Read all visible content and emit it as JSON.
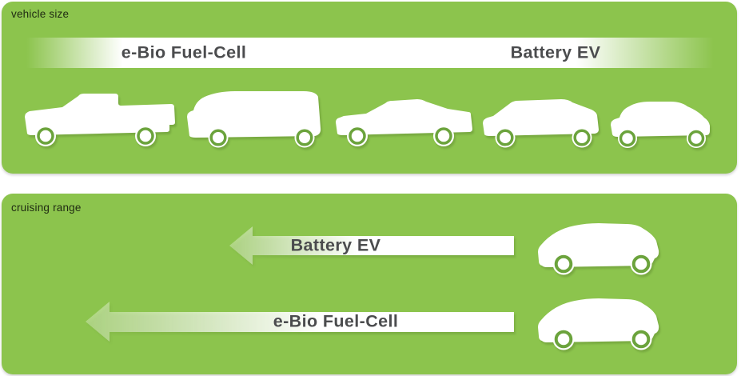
{
  "colors": {
    "panel_green": "#8CC44D",
    "wheel_ring_green": "#6BA33C",
    "heading_text": "#4B4C4E",
    "label_text": "#1F2A12",
    "shape_white": "#FFFFFF"
  },
  "panels": {
    "vehicle_size": {
      "label": "vehicle size",
      "bar": {
        "left_label": "e-Bio Fuel-Cell",
        "right_label": "Battery EV"
      },
      "vehicles": [
        {
          "type": "pickup-truck",
          "group": "e-Bio Fuel-Cell",
          "relative_size": "largest"
        },
        {
          "type": "minivan",
          "group": "e-Bio Fuel-Cell",
          "relative_size": "large"
        },
        {
          "type": "sedan",
          "group": "middle",
          "relative_size": "medium"
        },
        {
          "type": "crossover-hatchback",
          "group": "Battery EV",
          "relative_size": "small"
        },
        {
          "type": "compact-hatchback",
          "group": "Battery EV",
          "relative_size": "smallest"
        }
      ]
    },
    "cruising_range": {
      "label": "cruising range",
      "arrows": [
        {
          "label": "Battery EV",
          "relative_length": "shorter",
          "direction": "left",
          "vehicle": "hatchback"
        },
        {
          "label": "e-Bio Fuel-Cell",
          "relative_length": "longer",
          "direction": "left",
          "vehicle": "hatchback"
        }
      ]
    }
  }
}
